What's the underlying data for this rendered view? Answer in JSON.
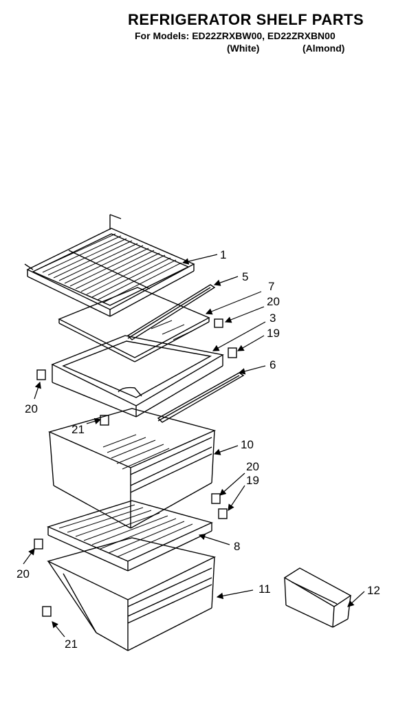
{
  "header": {
    "title": "REFRIGERATOR SHELF PARTS",
    "models_line": "For Models: ED22ZRXBW00, ED22ZRXBN00",
    "variant_white": "(White)",
    "variant_almond": "(Almond)"
  },
  "callouts": {
    "c1": "1",
    "c5": "5",
    "c7": "7",
    "c20a": "20",
    "c3": "3",
    "c19a": "19",
    "c6": "6",
    "c20b": "20",
    "c21a": "21",
    "c10": "10",
    "c20c": "20",
    "c19b": "19",
    "c8": "8",
    "c20d": "20",
    "c11": "11",
    "c12": "12",
    "c21b": "21"
  }
}
